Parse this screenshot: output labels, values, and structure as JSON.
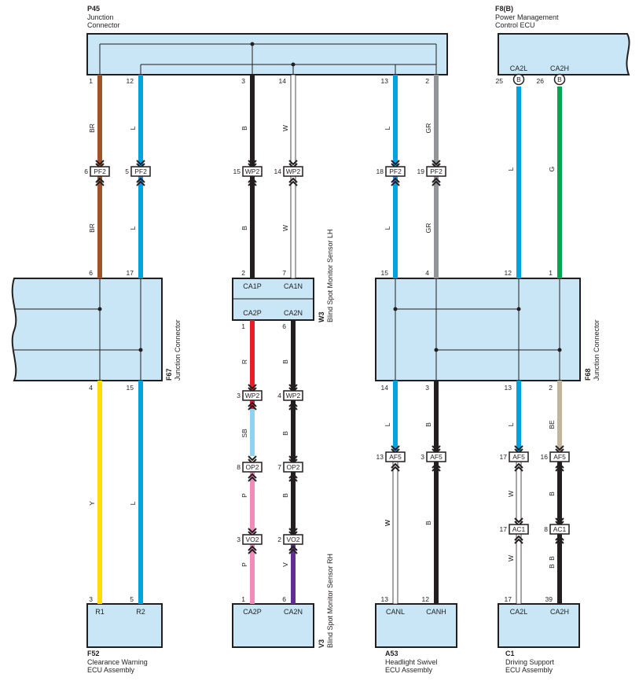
{
  "components": {
    "p45": {
      "code": "P45",
      "name_lines": [
        "Junction",
        "Connector"
      ]
    },
    "f8b": {
      "code": "F8(B)",
      "name_lines": [
        "Power Management",
        "Control ECU"
      ]
    },
    "f67": {
      "code": "F67",
      "name_lines": [
        "Junction Connector"
      ]
    },
    "f68": {
      "code": "F68",
      "name_lines": [
        "Junction Connector"
      ]
    },
    "w3": {
      "code": "W3",
      "name_lines": [
        "Blind Spot Monitor Sensor LH"
      ]
    },
    "v3": {
      "code": "V3",
      "name_lines": [
        "Blind Spot Monitor Sensor RH"
      ]
    },
    "f52": {
      "code": "F52",
      "name_lines": [
        "Clearance Warning",
        "ECU Assembly"
      ]
    },
    "a53": {
      "code": "A53",
      "name_lines": [
        "Headlight Swivel",
        "ECU Assembly"
      ]
    },
    "c1": {
      "code": "C1",
      "name_lines": [
        "Driving Support",
        "ECU Assembly"
      ]
    }
  },
  "terminal_names": {
    "f8b_ca2l": "CA2L",
    "f8b_ca2h": "CA2H",
    "w3_ca1p": "CA1P",
    "w3_ca1n": "CA1N",
    "w3_ca2p": "CA2P",
    "w3_ca2n": "CA2N",
    "f52_r1": "R1",
    "f52_r2": "R2",
    "v3_ca2p": "CA2P",
    "v3_ca2n": "CA2N",
    "a53_canl": "CANL",
    "a53_canh": "CANH",
    "c1_ca2l": "CA2L",
    "c1_ca2h": "CA2H"
  },
  "ground_badge": "B",
  "connectors": [
    {
      "id": "pf2_6",
      "code": "PF2",
      "pin": "6"
    },
    {
      "id": "pf2_5",
      "code": "PF2",
      "pin": "5"
    },
    {
      "id": "wp2_15",
      "code": "WP2",
      "pin": "15"
    },
    {
      "id": "wp2_14",
      "code": "WP2",
      "pin": "14"
    },
    {
      "id": "pf2_18",
      "code": "PF2",
      "pin": "18"
    },
    {
      "id": "pf2_19",
      "code": "PF2",
      "pin": "19"
    },
    {
      "id": "wp2_3",
      "code": "WP2",
      "pin": "3"
    },
    {
      "id": "wp2_4",
      "code": "WP2",
      "pin": "4"
    },
    {
      "id": "op2_8",
      "code": "OP2",
      "pin": "8"
    },
    {
      "id": "op2_7",
      "code": "OP2",
      "pin": "7"
    },
    {
      "id": "vo2_3",
      "code": "VO2",
      "pin": "3"
    },
    {
      "id": "vo2_2",
      "code": "VO2",
      "pin": "2"
    },
    {
      "id": "af5_13",
      "code": "AF5",
      "pin": "13"
    },
    {
      "id": "af5_3",
      "code": "AF5",
      "pin": "3"
    },
    {
      "id": "af5_17",
      "code": "AF5",
      "pin": "17"
    },
    {
      "id": "af5_16",
      "code": "AF5",
      "pin": "16"
    },
    {
      "id": "ac1_17",
      "code": "AC1",
      "pin": "17"
    },
    {
      "id": "ac1_8",
      "code": "AC1",
      "pin": "8"
    }
  ],
  "pins": [
    {
      "id": "p45_1",
      "text": "1"
    },
    {
      "id": "p45_12",
      "text": "12"
    },
    {
      "id": "p45_3",
      "text": "3"
    },
    {
      "id": "p45_14",
      "text": "14"
    },
    {
      "id": "p45_13",
      "text": "13"
    },
    {
      "id": "p45_2",
      "text": "2"
    },
    {
      "id": "f8b_25",
      "text": "25"
    },
    {
      "id": "f8b_26",
      "text": "26"
    },
    {
      "id": "f67_6",
      "text": "6"
    },
    {
      "id": "f67_17",
      "text": "17"
    },
    {
      "id": "f67_4",
      "text": "4"
    },
    {
      "id": "f67_15",
      "text": "15"
    },
    {
      "id": "w3_2",
      "text": "2"
    },
    {
      "id": "w3_7",
      "text": "7"
    },
    {
      "id": "w3_1",
      "text": "1"
    },
    {
      "id": "w3_6",
      "text": "6"
    },
    {
      "id": "f68_15",
      "text": "15"
    },
    {
      "id": "f68_4",
      "text": "4"
    },
    {
      "id": "f68_12",
      "text": "12"
    },
    {
      "id": "f68_1",
      "text": "1"
    },
    {
      "id": "f68_14",
      "text": "14"
    },
    {
      "id": "f68_3",
      "text": "3"
    },
    {
      "id": "f68_13",
      "text": "13"
    },
    {
      "id": "f68_2",
      "text": "2"
    },
    {
      "id": "f52_3",
      "text": "3"
    },
    {
      "id": "f52_5",
      "text": "5"
    },
    {
      "id": "v3_1",
      "text": "1"
    },
    {
      "id": "v3_6",
      "text": "6"
    },
    {
      "id": "a53_13",
      "text": "13"
    },
    {
      "id": "a53_12",
      "text": "12"
    },
    {
      "id": "c1_17",
      "text": "17"
    },
    {
      "id": "c1_39",
      "text": "39"
    }
  ],
  "wire_labels": [
    {
      "id": "br_a",
      "text": "BR"
    },
    {
      "id": "l_a",
      "text": "L"
    },
    {
      "id": "b_a",
      "text": "B"
    },
    {
      "id": "w_a",
      "text": "W"
    },
    {
      "id": "l_b",
      "text": "L"
    },
    {
      "id": "gr_a",
      "text": "GR"
    },
    {
      "id": "l_c",
      "text": "L"
    },
    {
      "id": "g_a",
      "text": "G"
    },
    {
      "id": "br_b",
      "text": "BR"
    },
    {
      "id": "l_d",
      "text": "L"
    },
    {
      "id": "b_b",
      "text": "B"
    },
    {
      "id": "w_b",
      "text": "W"
    },
    {
      "id": "l_e",
      "text": "L"
    },
    {
      "id": "gr_b",
      "text": "GR"
    },
    {
      "id": "r_a",
      "text": "R"
    },
    {
      "id": "b_c",
      "text": "B"
    },
    {
      "id": "l_f",
      "text": "L"
    },
    {
      "id": "b_d",
      "text": "B"
    },
    {
      "id": "l_g",
      "text": "L"
    },
    {
      "id": "be_a",
      "text": "BE"
    },
    {
      "id": "sb_a",
      "text": "SB"
    },
    {
      "id": "b_e",
      "text": "B"
    },
    {
      "id": "y_a",
      "text": "Y"
    },
    {
      "id": "l_h",
      "text": "L"
    },
    {
      "id": "p_a",
      "text": "P"
    },
    {
      "id": "b_f",
      "text": "B"
    },
    {
      "id": "w_c",
      "text": "W"
    },
    {
      "id": "b_g",
      "text": "B"
    },
    {
      "id": "w_d",
      "text": "W"
    },
    {
      "id": "b_h",
      "text": "B"
    },
    {
      "id": "p_b",
      "text": "P"
    },
    {
      "id": "v_a",
      "text": "V"
    },
    {
      "id": "w_e",
      "text": "W"
    },
    {
      "id": "b_i",
      "text": "B"
    },
    {
      "id": "w_f",
      "text": "W"
    },
    {
      "id": "b_j",
      "text": "B"
    }
  ],
  "colors": {
    "box_fill": "#c8e6f5",
    "outline": "#231f20",
    "wire_BR": "#a0522d",
    "wire_L": "#00a3e0",
    "wire_B": "#231f20",
    "wire_W": "#ffffff",
    "wire_GR": "#939598",
    "wire_G": "#00a651",
    "wire_R": "#ed1c24",
    "wire_BE": "#c2b59b",
    "wire_SB": "#8fd3f2",
    "wire_Y": "#ffdd00",
    "wire_P": "#f08cba",
    "wire_V": "#662d91"
  }
}
